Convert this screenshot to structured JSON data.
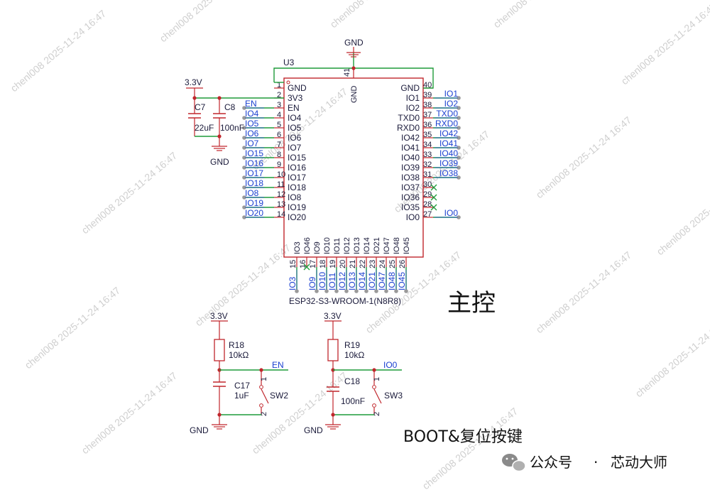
{
  "colors": {
    "wire": "#1f9b3a",
    "component": "#c0262c",
    "label": "#1a3fd0",
    "text": "#1a1a3a"
  },
  "module": {
    "designator": "U3",
    "part": "ESP32-S3-WROOM-1(N8R8)",
    "top_pin_num": "41",
    "top_pin_name": "GND",
    "left_pins": [
      {
        "num": "1",
        "name": "GND"
      },
      {
        "num": "2",
        "name": "3V3"
      },
      {
        "num": "3",
        "name": "EN"
      },
      {
        "num": "4",
        "name": "IO4"
      },
      {
        "num": "5",
        "name": "IO5"
      },
      {
        "num": "6",
        "name": "IO6"
      },
      {
        "num": "7",
        "name": "IO7"
      },
      {
        "num": "8",
        "name": "IO15"
      },
      {
        "num": "9",
        "name": "IO16"
      },
      {
        "num": "10",
        "name": "IO17"
      },
      {
        "num": "11",
        "name": "IO18"
      },
      {
        "num": "12",
        "name": "IO8"
      },
      {
        "num": "13",
        "name": "IO19"
      },
      {
        "num": "14",
        "name": "IO20"
      }
    ],
    "left_net_labels": [
      "EN",
      "IO4",
      "IO5",
      "IO6",
      "IO7",
      "IO15",
      "IO16",
      "IO17",
      "IO18",
      "IO8",
      "IO19",
      "IO20"
    ],
    "right_pins": [
      {
        "num": "40",
        "name": "GND"
      },
      {
        "num": "39",
        "name": "IO1"
      },
      {
        "num": "38",
        "name": "IO2"
      },
      {
        "num": "37",
        "name": "TXD0"
      },
      {
        "num": "36",
        "name": "RXD0"
      },
      {
        "num": "35",
        "name": "IO42"
      },
      {
        "num": "34",
        "name": "IO41"
      },
      {
        "num": "33",
        "name": "IO40"
      },
      {
        "num": "32",
        "name": "IO39"
      },
      {
        "num": "31",
        "name": "IO38"
      },
      {
        "num": "30",
        "name": "IO37"
      },
      {
        "num": "29",
        "name": "IO36"
      },
      {
        "num": "28",
        "name": "IO35"
      },
      {
        "num": "27",
        "name": "IO0"
      }
    ],
    "right_net_labels": [
      "",
      "IO1",
      "IO2",
      "TXD0",
      "RXD0",
      "IO42",
      "IO41",
      "IO40",
      "IO39",
      "IO38",
      "",
      "",
      "",
      "IO0"
    ],
    "bottom_pins": [
      {
        "num": "15",
        "name": "IO3"
      },
      {
        "num": "16",
        "name": "IO46"
      },
      {
        "num": "17",
        "name": "IO9"
      },
      {
        "num": "18",
        "name": "IO10"
      },
      {
        "num": "19",
        "name": "IO11"
      },
      {
        "num": "20",
        "name": "IO12"
      },
      {
        "num": "21",
        "name": "IO13"
      },
      {
        "num": "22",
        "name": "IO14"
      },
      {
        "num": "23",
        "name": "IO21"
      },
      {
        "num": "24",
        "name": "IO47"
      },
      {
        "num": "25",
        "name": "IO48"
      },
      {
        "num": "26",
        "name": "IO45"
      }
    ],
    "bottom_net_labels": [
      "IO3",
      "",
      "IO9",
      "IO10",
      "IO11",
      "IO12",
      "IO13",
      "IO14",
      "IO21",
      "IO47",
      "IO48",
      "IO45"
    ]
  },
  "power_net": "3.3V",
  "gnd_net": "GND",
  "decoupling": [
    {
      "ref": "C7",
      "value": "22uF"
    },
    {
      "ref": "C8",
      "value": "100nF"
    }
  ],
  "reset_circuit": {
    "resistor": {
      "ref": "R18",
      "value": "10kΩ"
    },
    "capacitor": {
      "ref": "C17",
      "value": "1uF"
    },
    "switch": {
      "ref": "SW2",
      "pin1": "1",
      "pin2": "2"
    },
    "net": "EN"
  },
  "boot_circuit": {
    "resistor": {
      "ref": "R19",
      "value": "10kΩ"
    },
    "capacitor": {
      "ref": "C18",
      "value": "100nF"
    },
    "switch": {
      "ref": "SW3",
      "pin1": "1",
      "pin2": "2"
    },
    "net": "IO0"
  },
  "section_titles": {
    "main": "主控",
    "boot": "BOOT&复位按键"
  },
  "footer": {
    "separator": "·",
    "account_prefix": "公众号",
    "account_name": "芯动大师"
  },
  "watermark": "chenl008  2025-11-24  16:47"
}
